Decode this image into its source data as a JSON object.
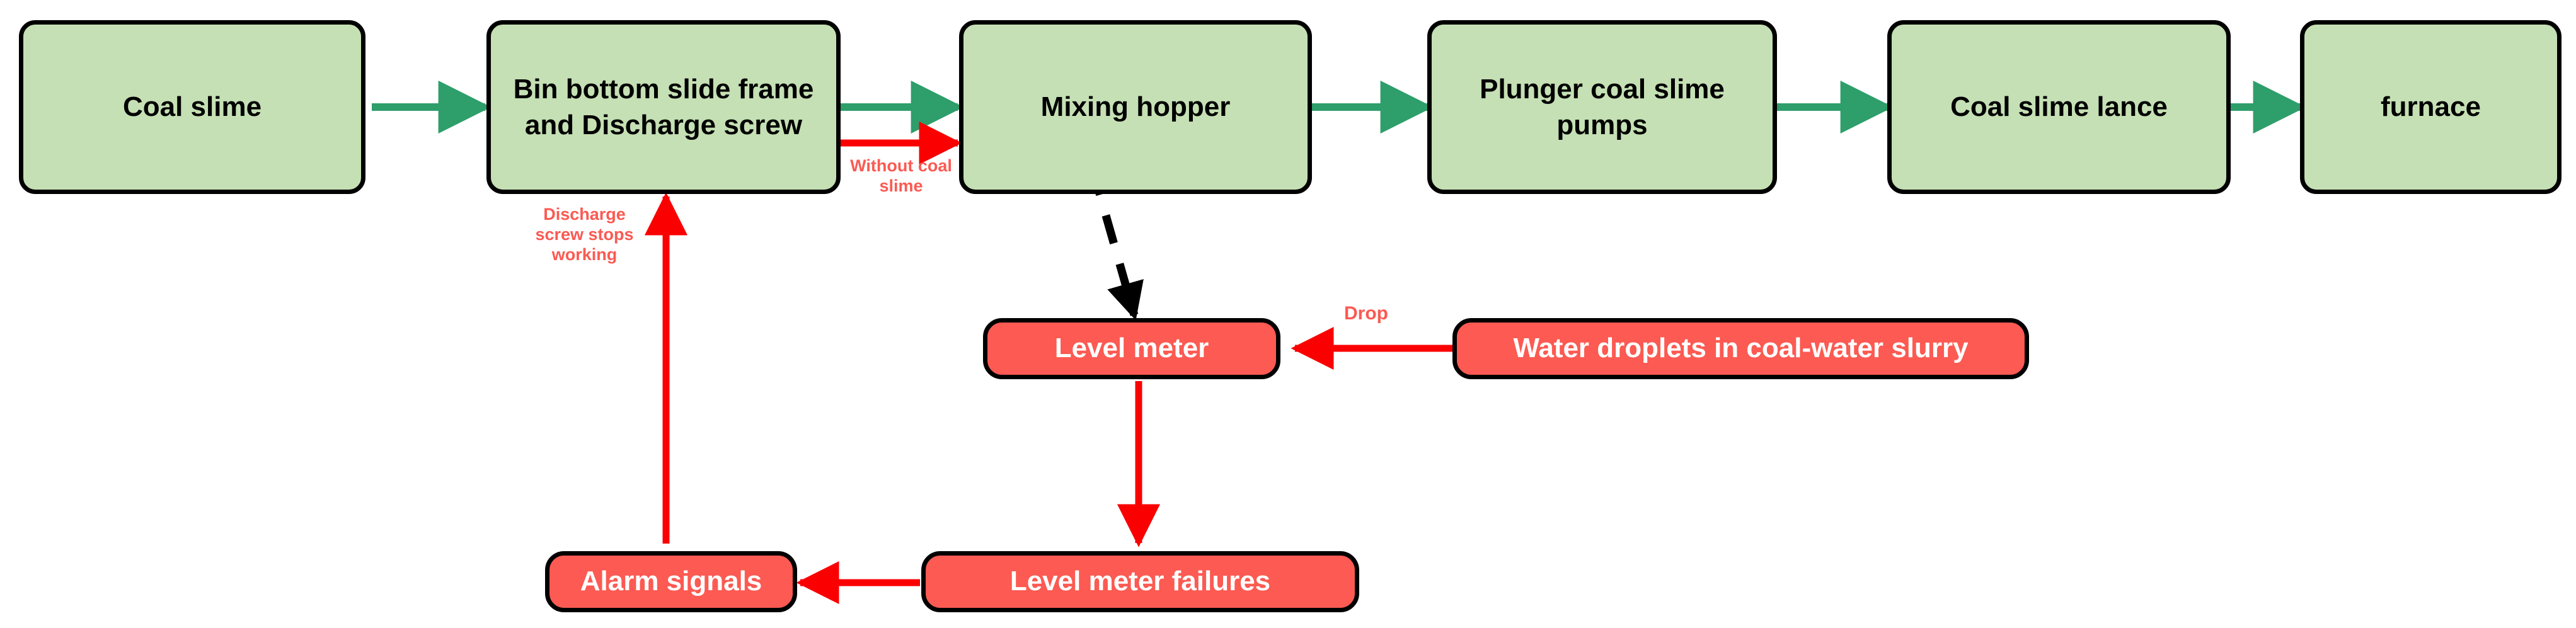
{
  "diagram": {
    "title": "Coal slime feeding process and level meter failure chain",
    "colors": {
      "process_fill": "#c5e0b4",
      "fault_fill": "#fc5a52",
      "process_flow_arrow": "#2e9e6b",
      "fault_arrow": "#fb0000",
      "fault_label_text": "#fb5a53",
      "node_border": "#000000",
      "dashed_arrow": "#000000",
      "canvas_background": "#ffffff"
    },
    "process_nodes": [
      {
        "id": "coal-slime",
        "label": "Coal slime"
      },
      {
        "id": "bin-bottom",
        "label": "Bin bottom slide frame and Discharge screw"
      },
      {
        "id": "mixing-hopper",
        "label": "Mixing hopper"
      },
      {
        "id": "plunger-pumps",
        "label": "Plunger coal slime pumps"
      },
      {
        "id": "coal-lance",
        "label": "Coal slime lance"
      },
      {
        "id": "furnace",
        "label": "furnace"
      }
    ],
    "fault_nodes": [
      {
        "id": "level-meter",
        "label": "Level meter"
      },
      {
        "id": "water-droplets",
        "label": "Water droplets in coal-water  slurry"
      },
      {
        "id": "level-meter-failures",
        "label": "Level meter failures"
      },
      {
        "id": "alarm-signals",
        "label": "Alarm signals"
      }
    ],
    "edge_labels": [
      {
        "id": "without-coal-slime",
        "text": "Without coal\nslime"
      },
      {
        "id": "discharge-stops",
        "text": "Discharge\nscrew stops\nworking"
      },
      {
        "id": "drop",
        "text": "Drop"
      }
    ],
    "edges": [
      {
        "id": "coal-slime-to-bin",
        "from": "coal-slime",
        "to": "bin-bottom",
        "style": "solid",
        "color": "green"
      },
      {
        "id": "bin-to-mixing",
        "from": "bin-bottom",
        "to": "mixing-hopper",
        "style": "solid",
        "color": "green"
      },
      {
        "id": "mixing-to-plunger",
        "from": "mixing-hopper",
        "to": "plunger-pumps",
        "style": "solid",
        "color": "green"
      },
      {
        "id": "plunger-to-lance",
        "from": "plunger-pumps",
        "to": "coal-lance",
        "style": "solid",
        "color": "green"
      },
      {
        "id": "lance-to-furnace",
        "from": "coal-lance",
        "to": "furnace",
        "style": "solid",
        "color": "green"
      },
      {
        "id": "bin-to-mixing-fault",
        "from": "bin-bottom",
        "to": "mixing-hopper",
        "style": "solid",
        "color": "red",
        "label": "without-coal-slime"
      },
      {
        "id": "mixing-to-level-meter",
        "from": "mixing-hopper",
        "to": "level-meter",
        "style": "dashed",
        "color": "black"
      },
      {
        "id": "droplets-to-level-meter",
        "from": "water-droplets",
        "to": "level-meter",
        "style": "solid",
        "color": "red",
        "label": "drop"
      },
      {
        "id": "level-meter-to-failures",
        "from": "level-meter",
        "to": "level-meter-failures",
        "style": "solid",
        "color": "red"
      },
      {
        "id": "failures-to-alarm",
        "from": "level-meter-failures",
        "to": "alarm-signals",
        "style": "solid",
        "color": "red"
      },
      {
        "id": "alarm-to-bin",
        "from": "alarm-signals",
        "to": "bin-bottom",
        "style": "solid",
        "color": "red",
        "label": "discharge-stops"
      }
    ]
  }
}
